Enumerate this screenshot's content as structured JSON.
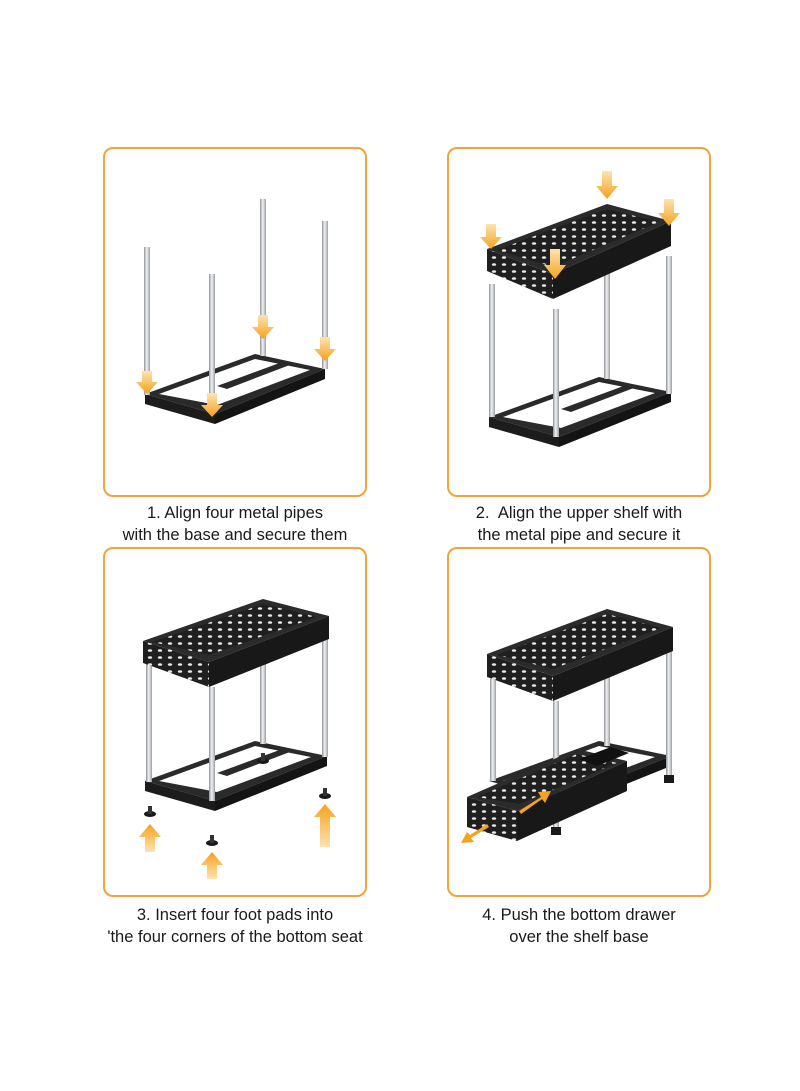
{
  "steps": [
    {
      "number": 1,
      "line1": "1. Align four metal pipes",
      "line2": "with the base and secure them"
    },
    {
      "number": 2,
      "line1": "2.  Align the upper shelf with",
      "line2": "the metal pipe and secure it"
    },
    {
      "number": 3,
      "line1": "3. Insert four foot pads into",
      "line2": "'the four corners of the bottom seat"
    },
    {
      "number": 4,
      "line1": "4. Push the bottom drawer",
      "line2": "over the shelf base"
    }
  ],
  "colors": {
    "panel_border": "#f0a53a",
    "arrow_orange": "#f5a21d",
    "shelf_black": "#1f1f1f",
    "pipe_silver": "#c9ccd0"
  }
}
